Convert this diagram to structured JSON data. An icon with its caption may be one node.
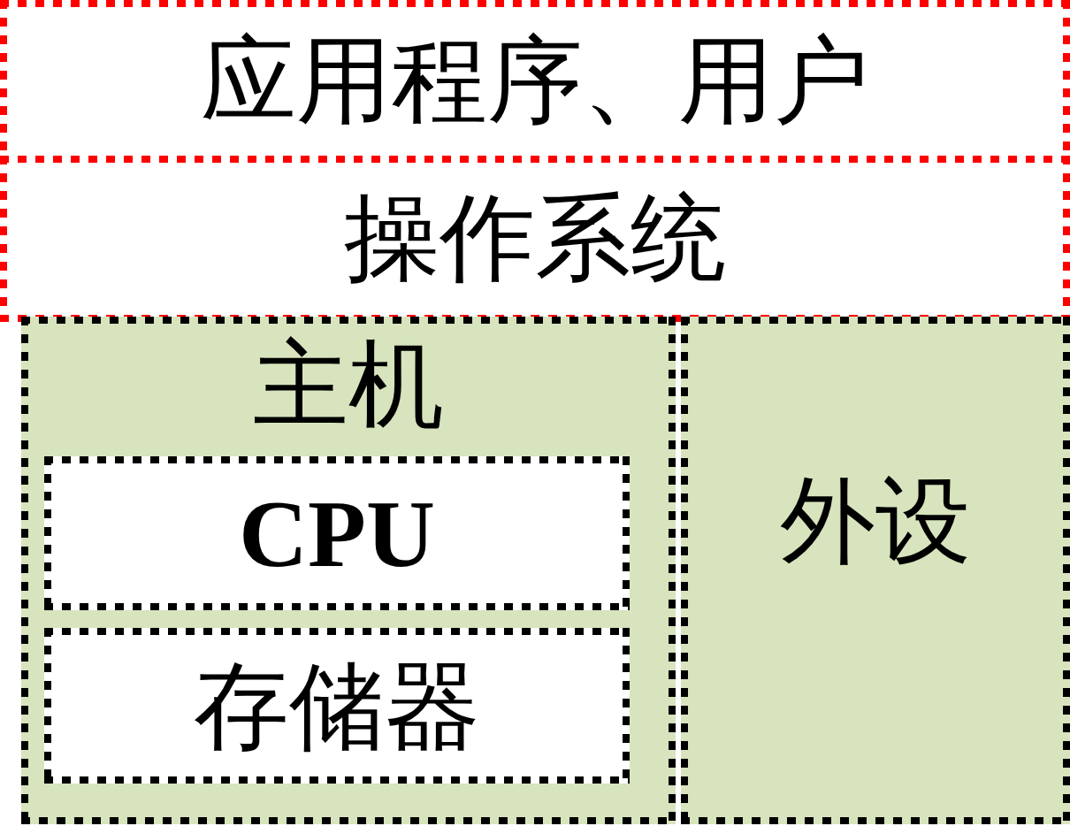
{
  "diagram": {
    "nodes": [
      {
        "text": [
          "应用程序、用户"
        ]
      },
      {
        "text": [
          "操作系统"
        ]
      },
      {
        "text": [
          "主机"
        ]
      },
      {
        "text": [
          "CPU"
        ],
        "in": 2
      },
      {
        "text": [
          "存储器"
        ],
        "in": 2
      },
      {
        "text": [
          "外设"
        ]
      }
    ]
  }
}
